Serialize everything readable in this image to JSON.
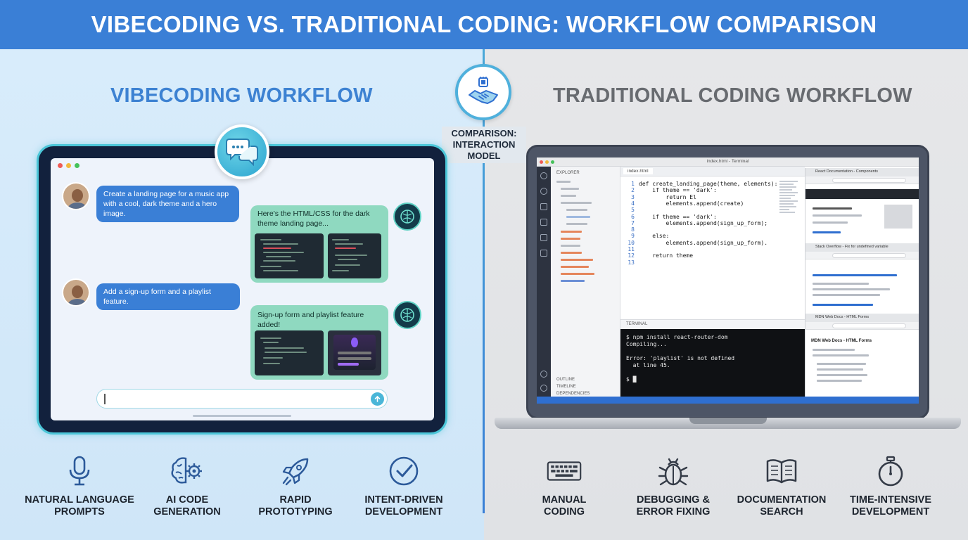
{
  "header": {
    "title": "VIBECODING VS. TRADITIONAL CODING: WORKFLOW COMPARISON"
  },
  "vibe": {
    "title": "VIBECODING WORKFLOW",
    "chat": {
      "msg1": "Create a landing page for a music app with a cool, dark theme and a hero image.",
      "reply1": "Here's the HTML/CSS for the dark theme landing page...",
      "msg2": "Add a sign-up form and a playlist feature.",
      "reply2": "Sign-up form and playlist feature added!"
    },
    "features": [
      {
        "icon": "microphone-icon",
        "label_line1": "NATURAL LANGUAGE",
        "label_line2": "PROMPTS"
      },
      {
        "icon": "brain-gear-icon",
        "label_line1": "AI CODE",
        "label_line2": "GENERATION"
      },
      {
        "icon": "rocket-icon",
        "label_line1": "RAPID",
        "label_line2": "PROTOTYPING"
      },
      {
        "icon": "check-circle-icon",
        "label_line1": "INTENT-DRIVEN",
        "label_line2": "DEVELOPMENT"
      }
    ]
  },
  "center": {
    "line1": "COMPARISON:",
    "line2": "INTERACTION",
    "line3": "MODEL",
    "icon": "handshake-chip-icon"
  },
  "trad": {
    "title": "TRADITIONAL CODING WORKFLOW",
    "ide": {
      "window_title": "index.html - Terminal",
      "explorer_label": "EXPLORER",
      "tab_label": "index.html",
      "code": [
        {
          "n": "1",
          "text": "def create_landing_page(theme, elements):"
        },
        {
          "n": "2",
          "text": "    if theme == 'dark':"
        },
        {
          "n": "3",
          "text": "        return El"
        },
        {
          "n": "4",
          "text": "        elements.append(create)"
        },
        {
          "n": "5",
          "text": ""
        },
        {
          "n": "6",
          "text": "    if theme == 'dark':"
        },
        {
          "n": "7",
          "text": "        elements.append(sign_up_form);"
        },
        {
          "n": "8",
          "text": ""
        },
        {
          "n": "9",
          "text": "    else:"
        },
        {
          "n": "10",
          "text": "        elements.append(sign_up_form)."
        },
        {
          "n": "11",
          "text": ""
        },
        {
          "n": "12",
          "text": "    return theme"
        },
        {
          "n": "13",
          "text": ""
        }
      ],
      "terminal_label": "TERMINAL",
      "terminal": [
        "$ npm install react-router-dom",
        "Compiling...",
        "",
        "Error: 'playlist' is not defined",
        "  at line 45.",
        "",
        "$ █"
      ],
      "browser_tabs": [
        "React Documentation - Components",
        "Stack Overflow - Fix for undefined variable",
        "MDN Web Docs - HTML Forms"
      ],
      "mdn_heading": "MDN Web Docs - HTML Forms",
      "outline": [
        "OUTLINE",
        "TIMELINE",
        "DEPENDENCIES"
      ]
    },
    "features": [
      {
        "icon": "keyboard-icon",
        "label_line1": "MANUAL",
        "label_line2": "CODING"
      },
      {
        "icon": "bug-icon",
        "label_line1": "DEBUGGING &",
        "label_line2": "ERROR FIXING"
      },
      {
        "icon": "book-icon",
        "label_line1": "DOCUMENTATION",
        "label_line2": "SEARCH"
      },
      {
        "icon": "stopwatch-icon",
        "label_line1": "TIME-INTENSIVE",
        "label_line2": "DEVELOPMENT"
      }
    ]
  }
}
